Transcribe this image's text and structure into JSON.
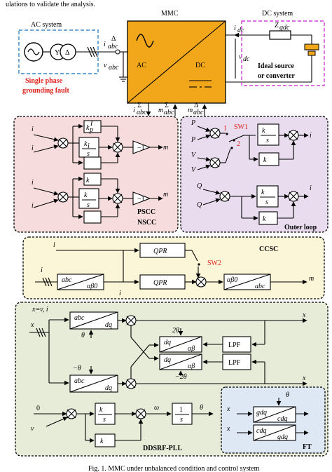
{
  "top_text": "ulations to validate the analysis.",
  "caption": "Fig. 1. MMC under unbalanced condition and control system",
  "colors": {
    "ac_box": "#3a86c8",
    "dc_box": "#d040d0",
    "mmc_fill": "#f2a71b",
    "pscc_bg": "#f6dcdc",
    "outer_bg": "#e9dcef",
    "ccsc_bg": "#fbf6d8",
    "pll_bg": "#e6ecd8",
    "ft_bg": "#dde8f4",
    "accent_red": "#e0201a"
  },
  "top": {
    "ac_system": "AC system",
    "mmc": "MMC",
    "dc_system": "DC system",
    "fault": [
      "Single phase",
      "grounding fault"
    ],
    "ideal": [
      "Ideal source",
      "or converter"
    ],
    "ac": "AC",
    "dc": "DC",
    "i_abc_delta": "i",
    "i_abc_delta_sub": "abc",
    "i_abc_delta_sup": "Δ",
    "v_abc": "v",
    "v_abc_sub": "abc",
    "i_dc": "i",
    "i_dc_sub": "dc",
    "v_dc": "v",
    "v_dc_sub": "dc",
    "z_gdc": "Z",
    "z_gdc_sub": "gdc",
    "bottom_labels": [
      {
        "b": "i",
        "sub": "abc",
        "sup": "Σ"
      },
      {
        "b": "m",
        "sub": "abc",
        "sup": "Σ"
      },
      {
        "b": "m",
        "sub": "abc",
        "sup": "Δ"
      }
    ]
  },
  "pscc": {
    "title": [
      "PSCC",
      "NSCC"
    ],
    "kp": "k",
    "kp_sub": "p",
    "kp_sup": "I",
    "ki": "k",
    "ki_sub": "i",
    "ki_sup": "I",
    "s": "s",
    "neg_one": "−1",
    "inputs": [
      "i",
      "i",
      "i",
      "i"
    ],
    "out_d": "m",
    "out_q": "m"
  },
  "outer": {
    "title": "Outer loop",
    "sw1": "SW1",
    "pos1": "1",
    "pos2": "2",
    "p_star": "P",
    "p": "P",
    "vdc_star": "V",
    "vdc": "V",
    "q_star": "Q",
    "q": "Q",
    "ki_dc": "k",
    "kp_dc": "k",
    "ki_q": "k",
    "kp_q": "k",
    "s": "s",
    "out_d": "i",
    "out_q": "i"
  },
  "ccsc": {
    "title": "CCSC",
    "sw2": "SW2",
    "qpr": "QPR",
    "abc": "abc",
    "ab0": "αβ0",
    "in_sigma": "i",
    "ref": "i",
    "ref2": "i",
    "out": "m"
  },
  "pll": {
    "title": "DDSRF-PLL",
    "x_eq": "x=v, i",
    "x_abc": "x",
    "abc": "abc",
    "dq": "dq",
    "ab": "αβ",
    "lpf": "LPF",
    "theta_g": "θ",
    "neg_theta_g": "−θ",
    "two_theta": "2θ",
    "neg_two_theta": "−2θ",
    "zero": "0",
    "ki": "k",
    "kp": "k",
    "s": "s",
    "one": "1",
    "omega": "ω",
    "theta_c": "θ",
    "vq": "v",
    "out_p": "x",
    "out_n": "x"
  },
  "ft": {
    "title": "FT",
    "theta_c": "θ",
    "gdq": "gdq",
    "cdq": "cdq",
    "in_p": "x",
    "in_n": "x"
  }
}
